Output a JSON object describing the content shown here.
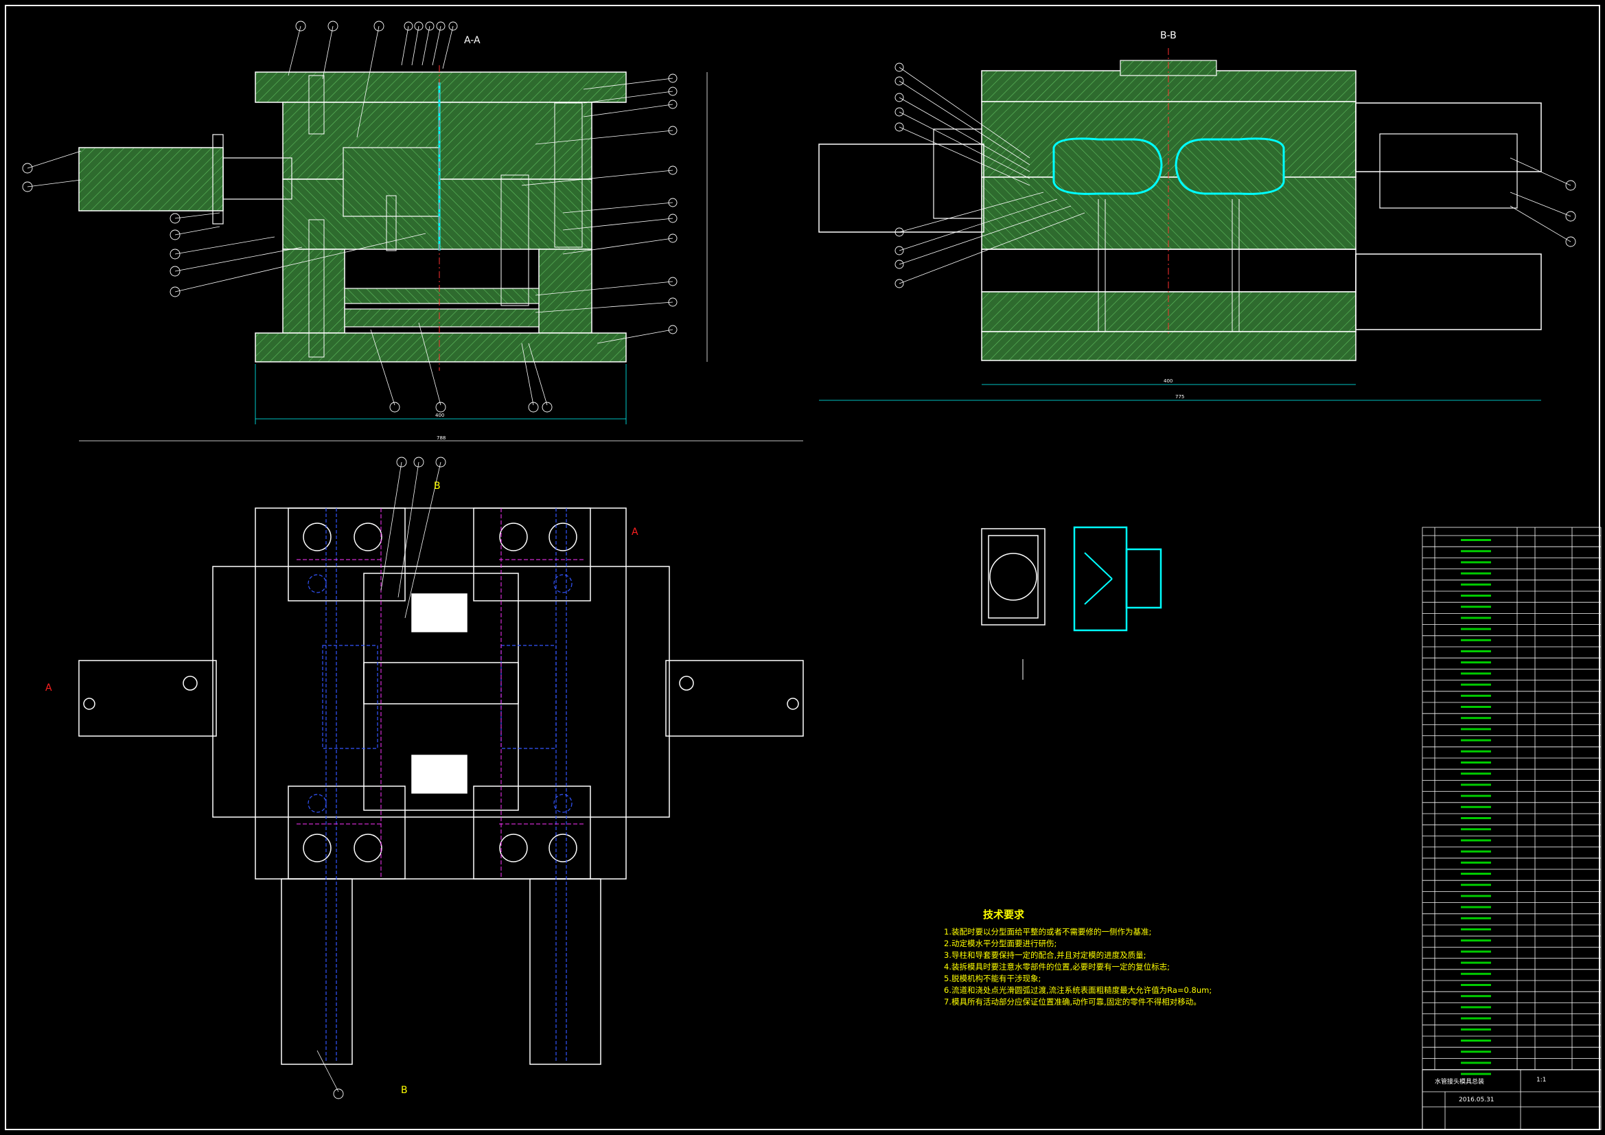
{
  "drawing": {
    "section_labels": {
      "aa": "A-A",
      "bb": "B-B",
      "a_left": "A",
      "a_right": "A",
      "b_top": "B",
      "b_bottom": "B"
    },
    "dimensions": {
      "aa_width": "400",
      "bb_width1": "400",
      "bb_width2": "775",
      "plan_width": "788"
    },
    "tech_requirements": {
      "title": "技术要求",
      "lines": [
        "1.装配时要以分型面给平整的或者不需要修的一侧作为基准;",
        "2.动定模水平分型面要进行研伤;",
        "3.导柱和导套要保持一定的配合,并且对定模的进度及质量;",
        "4.装拆模具时要注意水零部件的位置,必要时要有一定的复位标志;",
        "5.脱模机构不能有干涉现象;",
        "6.流道和浇处点光滑圆弧过渡,流注系统表面粗糙度最大允许值为Ra=0.8um;",
        "7.模具所有活动部分应保证位置准确,动作可靠,固定的零件不得相对移动。"
      ]
    },
    "title_block": {
      "drawing_title": "水管接头模具总装",
      "scale": "1:1",
      "date": "2016.05.31"
    }
  }
}
